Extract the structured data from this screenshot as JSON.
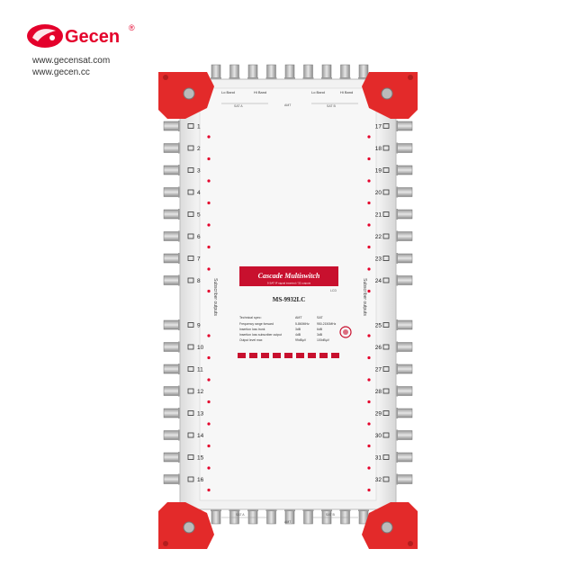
{
  "brand": {
    "name": "Gecen",
    "reg": "®",
    "url1": "www.gecensat.com",
    "url2": "www.gecen.cc"
  },
  "label": {
    "title": "Cascade Multiswitch",
    "subtitle": "9 SAT IF signal inserted / 32 outputs",
    "code": "LCD",
    "model": "MS-9932LC",
    "side_label": "Subscriber outputs",
    "spec_header": [
      "Technical spec:",
      "AMT",
      "SAT"
    ],
    "spec_rows": [
      [
        "Frequency range forward",
        "5-860MHz",
        "950-2150MHz"
      ],
      [
        "Insertion loss trunk",
        "3dB",
        "6dB"
      ],
      [
        "Insertion loss subscriber output",
        "4dB",
        "3dB"
      ],
      [
        "Output level max",
        "99dBµV",
        "100dBµV"
      ]
    ]
  },
  "top_ports": [
    "Lo Band",
    "Hi Band",
    "Lo Band",
    "Hi Band"
  ],
  "sat_label": "SAT A",
  "sat_label_b": "SAT B",
  "terr_label": "AMT",
  "outputs_left": [
    "1",
    "2",
    "3",
    "4",
    "5",
    "6",
    "7",
    "8",
    "9",
    "10",
    "11",
    "12",
    "13",
    "14",
    "15",
    "16"
  ],
  "outputs_right": [
    "17",
    "18",
    "19",
    "20",
    "21",
    "22",
    "23",
    "24",
    "25",
    "26",
    "27",
    "28",
    "29",
    "30",
    "31",
    "32"
  ],
  "colors": {
    "brand": "#e4002b",
    "bracket": "#e32a2a",
    "body": "#eeeeee"
  }
}
